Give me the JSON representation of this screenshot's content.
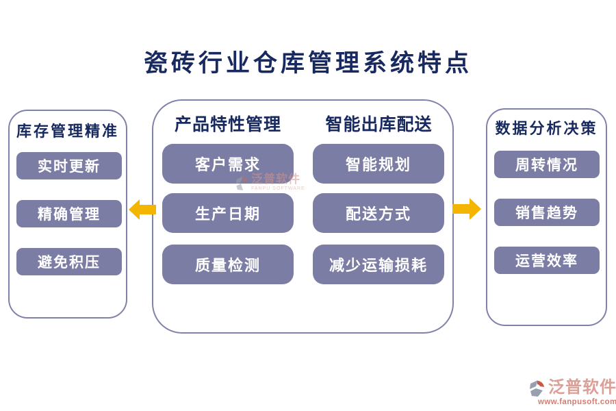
{
  "title": "瓷砖行业仓库管理系统特点",
  "colors": {
    "title_navy": "#17295E",
    "panel_border": "#8081AB",
    "pill_fill": "#7B7DA4",
    "pill_text": "#FFFFFF",
    "arrow_gold": "#F3B500",
    "logo_salmon": "#DC9F97",
    "logo_url_red": "#D27E72"
  },
  "panels": [
    {
      "id": "inventory",
      "header": "库存管理精准",
      "items": [
        "实时更新",
        "精确管理",
        "避免积压"
      ]
    },
    {
      "id": "product-traits",
      "header": "产品特性管理",
      "items": [
        "客户需求",
        "生产日期",
        "质量检测"
      ]
    },
    {
      "id": "smart-outbound",
      "header": "智能出库配送",
      "items": [
        "智能规划",
        "配送方式",
        "减少运输损耗"
      ]
    },
    {
      "id": "data-analytics",
      "header": "数据分析决策",
      "items": [
        "周转情况",
        "销售趋势",
        "运营效率"
      ]
    }
  ],
  "arrows": [
    {
      "id": "left",
      "direction": "left"
    },
    {
      "id": "right",
      "direction": "right"
    }
  ],
  "watermark": {
    "brand": "泛普软件",
    "subtitle": "FANPU SOFTWARE"
  },
  "footer_logo": {
    "brand": "泛普软件",
    "url": "www.fanpusoft.com"
  }
}
